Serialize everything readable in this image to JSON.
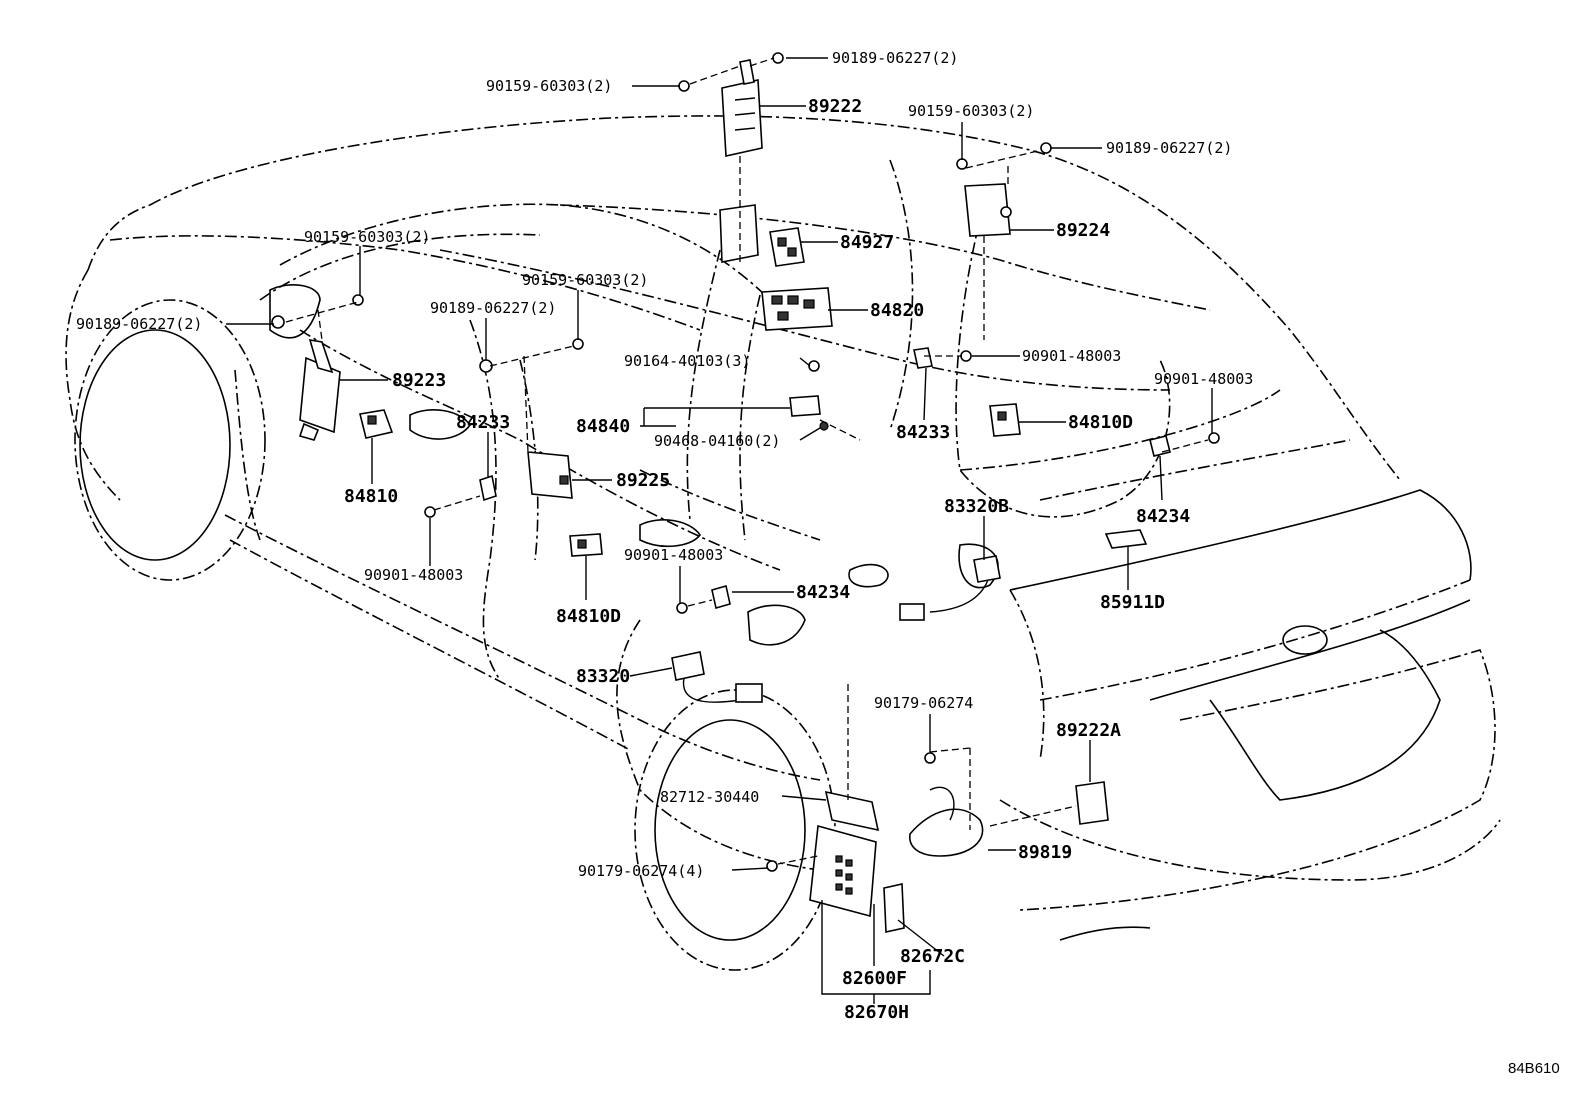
{
  "diagram_code": "84B610",
  "labels": {
    "p89222": "89222",
    "p84927": "84927",
    "p84820": "84820",
    "p89224": "89224",
    "p89223": "89223",
    "p84233_left": "84233",
    "p84233_right": "84233",
    "p84840": "84840",
    "p84810": "84810",
    "p84810D_right": "84810D",
    "p84810D_left": "84810D",
    "p89225": "89225",
    "p84234_right": "84234",
    "p84234_center": "84234",
    "p83320B": "83320B",
    "p85911D": "85911D",
    "p83320": "83320",
    "p89222A": "89222A",
    "p89819": "89819",
    "p82672C": "82672C",
    "p82600F": "82600F",
    "p82670H": "82670H",
    "b90189_top": "90189-06227(2)",
    "b90159_top": "90159-60303(2)",
    "b90159_right": "90159-60303(2)",
    "b90189_right": "90189-06227(2)",
    "b90159_left": "90159-60303(2)",
    "b90189_left": "90189-06227(2)",
    "b90159_mid": "90159-60303(2)",
    "b90189_mid": "90189-06227(2)",
    "b90164": "90164-40103(3)",
    "b90901_right": "90901-48003",
    "b90901_farright": "90901-48003",
    "b90468": "90468-04160(2)",
    "b90901_left": "90901-48003",
    "b90901_center": "90901-48003",
    "b90179_single": "90179-06274",
    "b82712": "82712-30440",
    "b90179_four": "90179-06274(4)"
  }
}
